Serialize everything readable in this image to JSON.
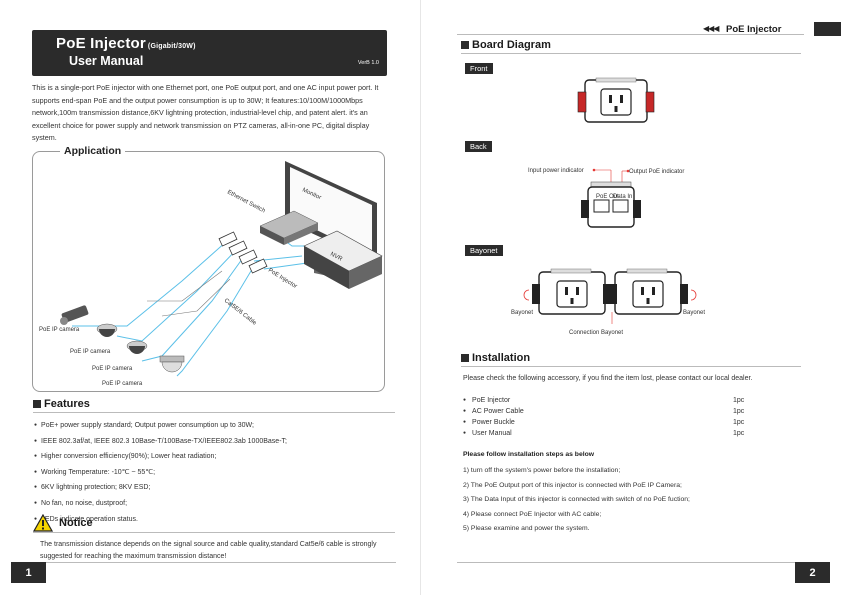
{
  "left": {
    "title": {
      "main": "PoE Injector",
      "tag": "(Gigabit/30W)",
      "sub": "User Manual",
      "version": "VerB 1.0"
    },
    "intro": "This is a single-port PoE injector  with one Ethernet port, one PoE output port, and one AC input power port. It supports end-span PoE and the output power consumption is up to 30W; It features:10/100M/1000Mbps network,100m transmission distance,6KV lightning protection, industrial-level chip, and patent alert. it's an excellent choice for power supply and network transmission on PTZ cameras, all-in-one PC, digital display system.",
    "application": {
      "heading": "Application",
      "monitor": "Monitor",
      "ethernet_switch": "Ethernet Switch",
      "nvr": "NVR",
      "poe_injector": "PoE Injector",
      "cable": "Cat5E/6 Cable",
      "cameras": [
        "PoE IP camera",
        "PoE IP camera",
        "PoE IP camera",
        "PoE IP camera"
      ]
    },
    "features": {
      "heading": "Features",
      "items": [
        "PoE+ power supply standard; Output power consumption up to 30W;",
        "IEEE 802.3af/at,   IEEE 802.3 10Base-T/100Base-TX/IEEE802.3ab 1000Base-T;",
        "Higher conversion efficiency(90%); Lower  heat radiation;",
        "Working Temperature: -10℃ ~ 55℃;",
        "6KV lightning protection; 8KV ESD;",
        "No fan, no noise, dustproof;",
        "LEDs indicate operation status."
      ]
    },
    "notice": {
      "heading": "Notice",
      "text": "The transmission distance depends on the signal source and cable quality,standard Cat5e/6 cable is strongly suggested for reaching the maximum transmission distance!"
    },
    "page_number": "1"
  },
  "right": {
    "header": {
      "arrows": "◀◀◀",
      "title": "PoE Injector"
    },
    "board": {
      "heading": "Board Diagram",
      "front_tag": "Front",
      "back_tag": "Back",
      "bayonet_tag": "Bayonet",
      "input_indicator": "Input  power indicator",
      "output_indicator": "Output PoE indicator",
      "port_labels": [
        "PoE Out",
        "Data In"
      ],
      "bayonet_left": "Bayonet",
      "bayonet_right": "Bayonet",
      "connection": "Connection Bayonet"
    },
    "installation": {
      "heading": "Installation",
      "intro": "Please check the following accessory, if you find the item lost, please contact our local dealer.",
      "accessories": [
        {
          "name": "PoE Injector",
          "qty": "1pc"
        },
        {
          "name": "AC Power Cable",
          "qty": "1pc"
        },
        {
          "name": "Power Buckle",
          "qty": "1pc"
        },
        {
          "name": "User Manual",
          "qty": "1pc"
        }
      ],
      "steps_heading": "Please follow installation steps as below",
      "steps": [
        "1) turn off the system's power before the installation;",
        "2) The PoE Output port of this injector is connected with PoE IP Camera;",
        "3) The Data Input of this injector is connected with switch of no PoE fuction;",
        "4) Please connect PoE Injector with AC cable;",
        "5) Please examine and power the system."
      ]
    },
    "page_number": "2"
  },
  "colors": {
    "dark": "#2b2b2b",
    "cable": "#5bc0e8",
    "indicator": "#e53935"
  }
}
